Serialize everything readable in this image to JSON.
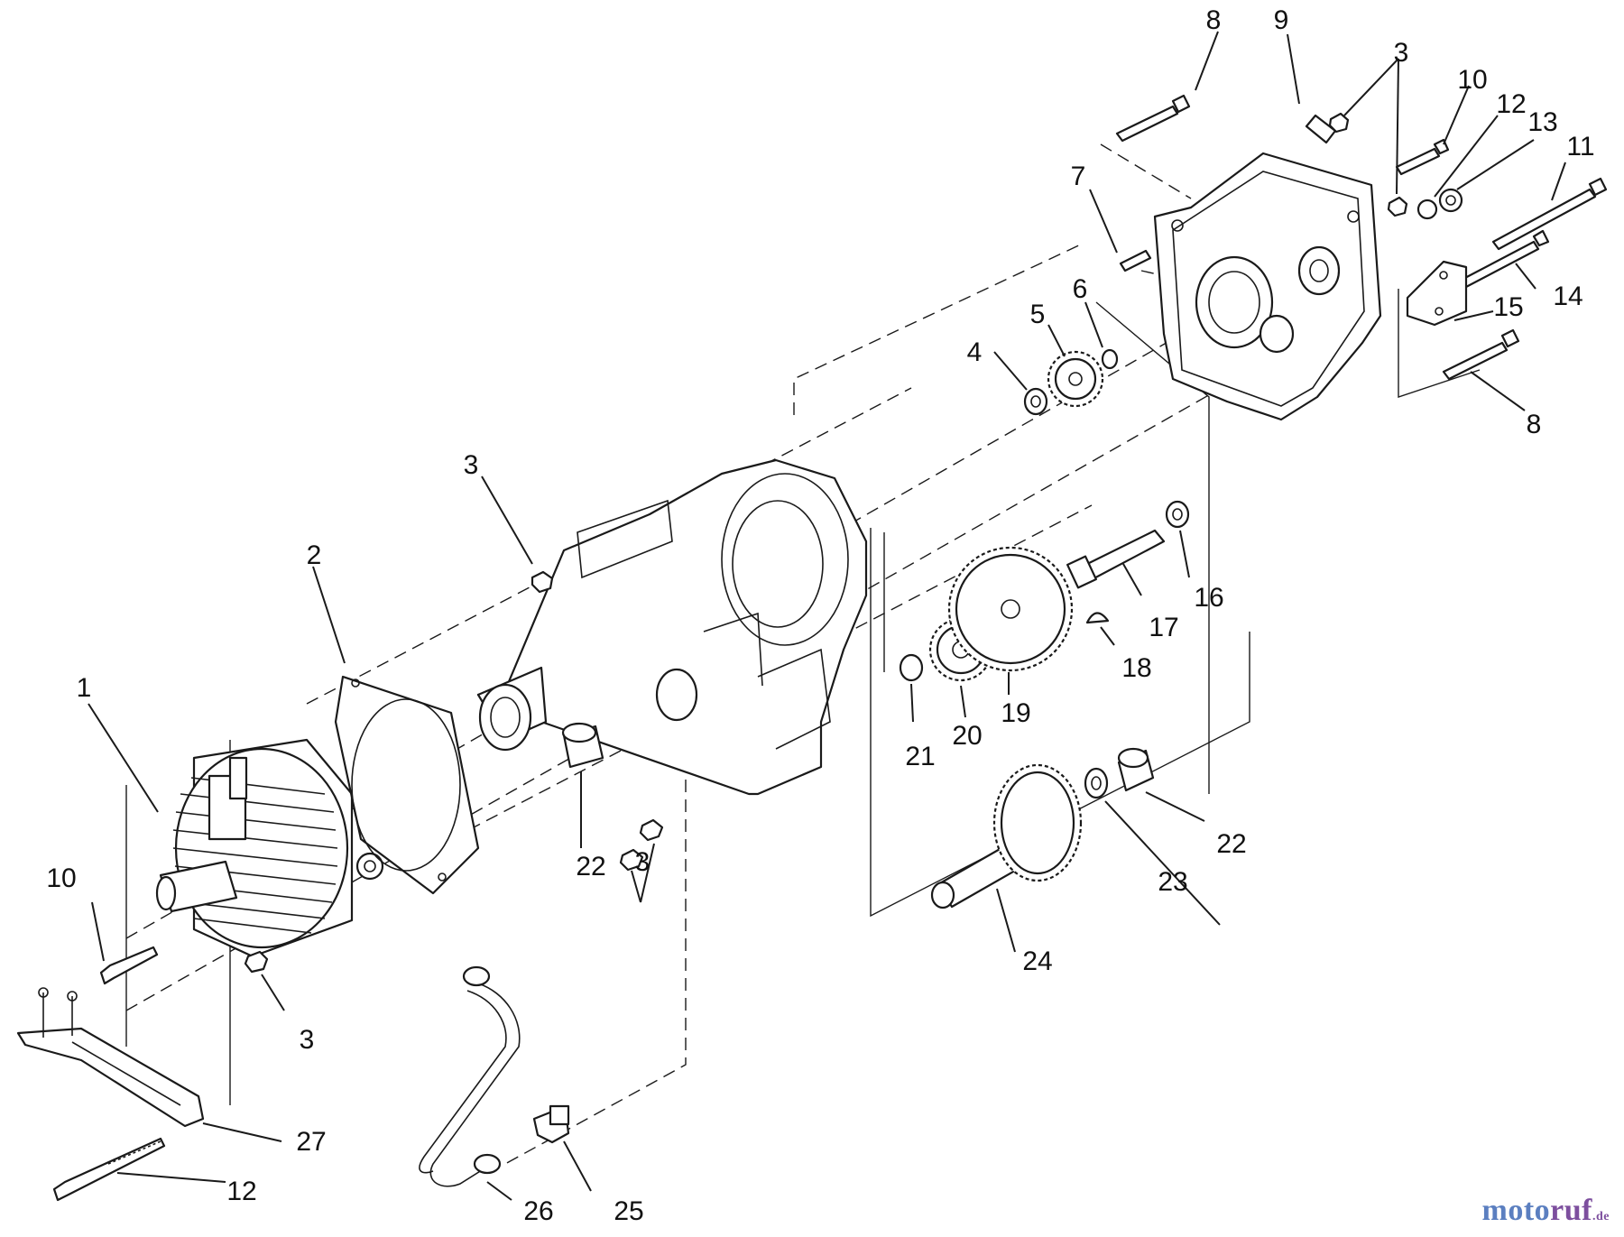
{
  "callouts": [
    "8",
    "9",
    "3",
    "10",
    "12",
    "13",
    "11",
    "7",
    "14",
    "15",
    "8",
    "6",
    "5",
    "4",
    "3",
    "2",
    "16",
    "17",
    "18",
    "19",
    "20",
    "21",
    "1",
    "22",
    "3",
    "22",
    "23",
    "24",
    "10",
    "3",
    "27",
    "12",
    "26",
    "25"
  ],
  "watermark": {
    "text_a": "moto",
    "text_b": "ruf",
    "tld": ".de",
    "color_a": "#5b7fc0",
    "color_b": "#7d4f9e"
  },
  "colors": {
    "line": "#1a1a1a",
    "background": "#ffffff"
  }
}
